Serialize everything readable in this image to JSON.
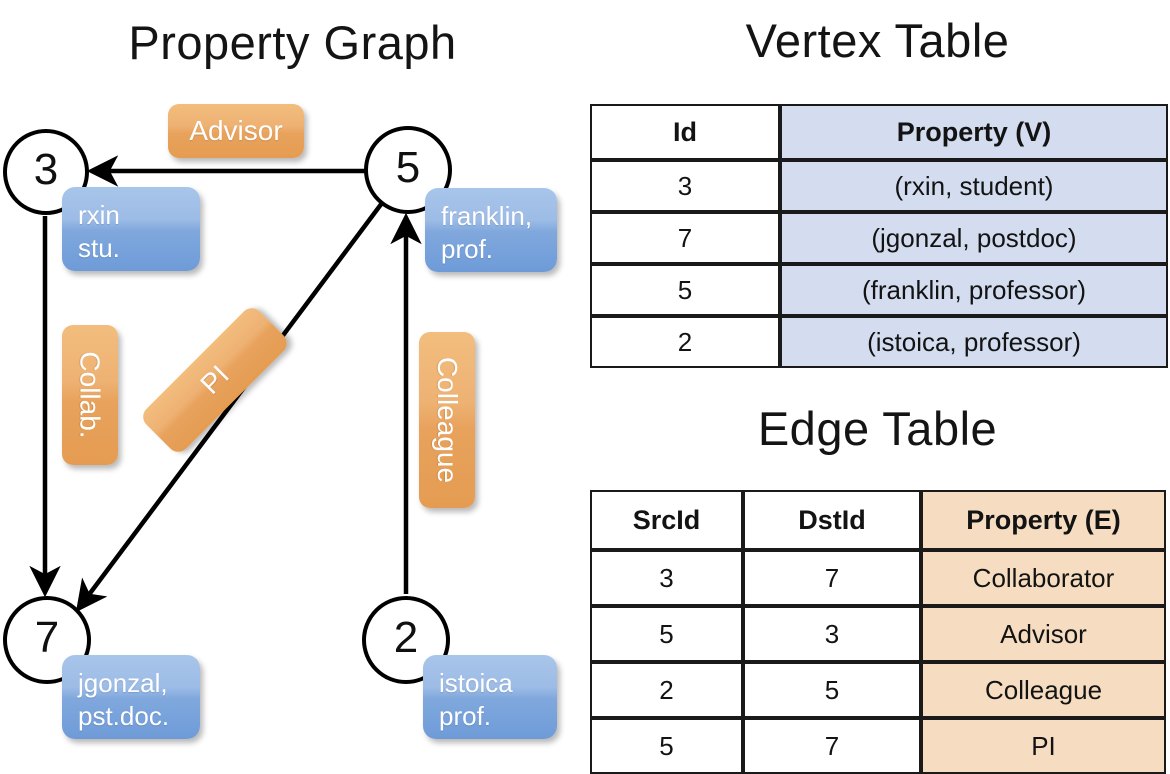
{
  "titles": {
    "graph": "Property Graph",
    "vertex_table": "Vertex Table",
    "edge_table": "Edge Table"
  },
  "graph": {
    "nodes": [
      {
        "id": "3",
        "property_line1": "rxin",
        "property_line2": "stu."
      },
      {
        "id": "5",
        "property_line1": "franklin,",
        "property_line2": "prof."
      },
      {
        "id": "7",
        "property_line1": "jgonzal,",
        "property_line2": "pst.doc."
      },
      {
        "id": "2",
        "property_line1": "istoica",
        "property_line2": "prof."
      }
    ],
    "edge_labels": {
      "advisor": "Advisor",
      "collab": "Collab.",
      "pi": "PI",
      "colleague": "Colleague"
    },
    "edges": [
      {
        "src": "5",
        "dst": "3",
        "label": "Advisor"
      },
      {
        "src": "3",
        "dst": "7",
        "label": "Collab."
      },
      {
        "src": "5",
        "dst": "7",
        "label": "PI"
      },
      {
        "src": "2",
        "dst": "5",
        "label": "Colleague"
      }
    ]
  },
  "vertex_table": {
    "headers": [
      "Id",
      "Property (V)"
    ],
    "rows": [
      {
        "id": "3",
        "property": "(rxin, student)"
      },
      {
        "id": "7",
        "property": "(jgonzal, postdoc)"
      },
      {
        "id": "5",
        "property": "(franklin, professor)"
      },
      {
        "id": "2",
        "property": "(istoica, professor)"
      }
    ]
  },
  "edge_table": {
    "headers": [
      "SrcId",
      "DstId",
      "Property (E)"
    ],
    "rows": [
      {
        "src": "3",
        "dst": "7",
        "property": "Collaborator"
      },
      {
        "src": "5",
        "dst": "3",
        "property": "Advisor"
      },
      {
        "src": "2",
        "dst": "5",
        "property": "Colleague"
      },
      {
        "src": "5",
        "dst": "7",
        "property": "PI"
      }
    ]
  },
  "colors": {
    "vertex_property_fill": "#d3ddef",
    "edge_property_fill": "#f6ddc2",
    "node_property_box": "#7fa8dd",
    "edge_label_box": "#eaa55e",
    "stroke": "#000000"
  }
}
